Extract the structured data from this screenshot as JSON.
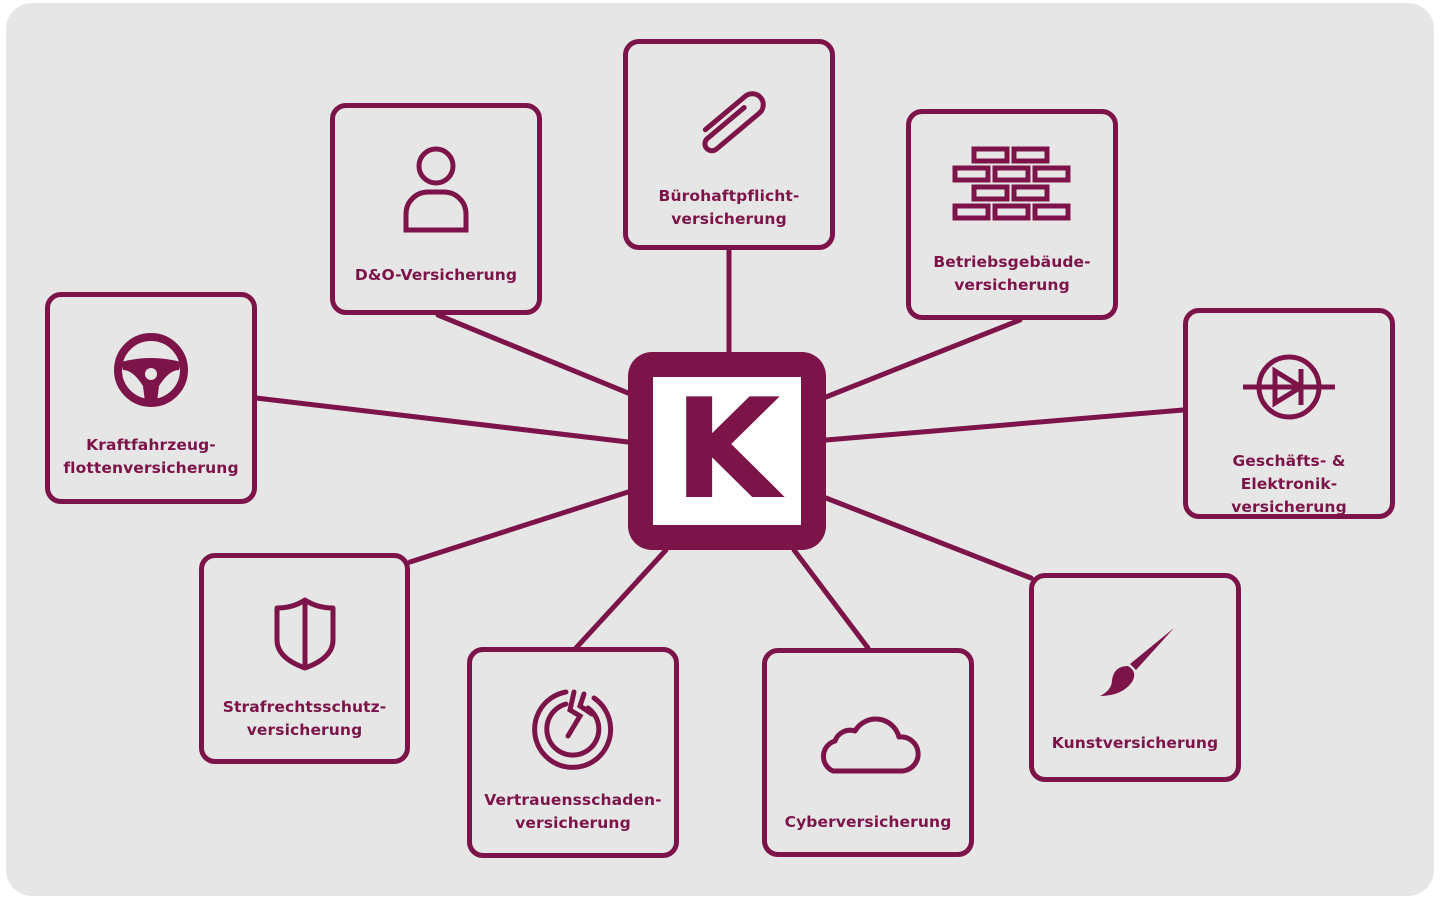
{
  "brand_color": "#7d1449",
  "background_color": "#e6e6e6",
  "hub": {
    "letter": "K"
  },
  "nodes": {
    "buero": {
      "label": "Bürohaftpflicht-\nversicherung",
      "icon": "paperclip-icon"
    },
    "dno": {
      "label": "D&O-Versicherung",
      "icon": "person-icon"
    },
    "betrieb": {
      "label": "Betriebsgebäude-\nversicherung",
      "icon": "brick-wall-icon"
    },
    "kfz": {
      "label": "Kraftfahrzeug-\nflottenversicherung",
      "icon": "steering-wheel-icon"
    },
    "elektronik": {
      "label": "Geschäfts- & Elektronik-\nversicherung",
      "icon": "diode-icon"
    },
    "straf": {
      "label": "Strafrechtsschutz-\nversicherung",
      "icon": "shield-icon"
    },
    "kunst": {
      "label": "Kunstversicherung",
      "icon": "paintbrush-icon"
    },
    "vertrauen": {
      "label": "Vertrauensschaden-\nversicherung",
      "icon": "broken-ring-icon"
    },
    "cyber": {
      "label": "Cyberversicherung",
      "icon": "cloud-icon"
    }
  }
}
